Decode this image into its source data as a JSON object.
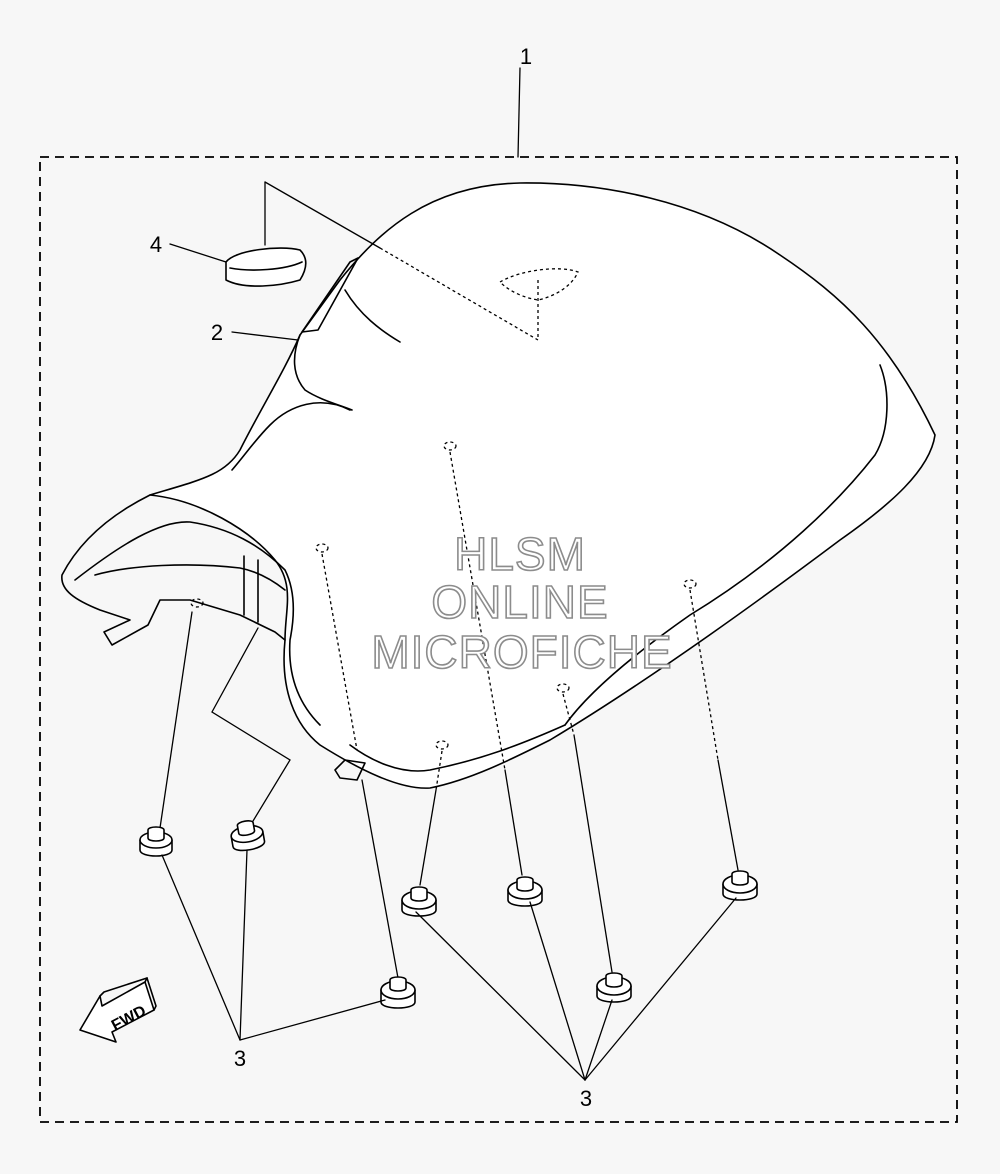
{
  "callouts": {
    "part_1": "1",
    "part_2": "2",
    "part_3_left": "3",
    "part_3_right": "3",
    "part_4": "4"
  },
  "direction_indicator": "FWD",
  "watermark": {
    "line1": "HLSM",
    "line2": "ONLINE",
    "line3": "MICROFICHE"
  },
  "colors": {
    "line": "#000000",
    "background": "#f7f7f7",
    "watermark_outline": "#8c8c8c"
  }
}
